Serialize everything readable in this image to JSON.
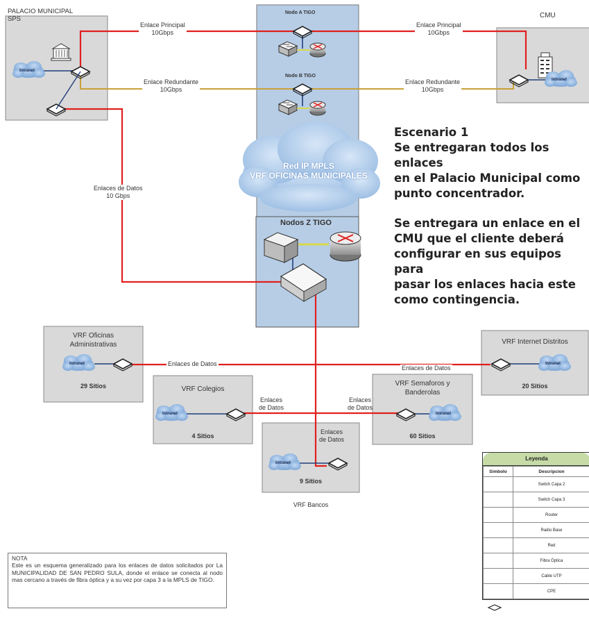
{
  "palacio": {
    "title_line1": "PALACIO MUNICIPAL",
    "title_line2": "SPS"
  },
  "cmu": {
    "title": "CMU"
  },
  "nodes": {
    "node_a": "Nodo A TIGO",
    "node_b": "Nodo B TIGO",
    "node_z": "Nodos Z  TIGO"
  },
  "links": {
    "principal_left": [
      "Enlace Principal",
      "10Gbps"
    ],
    "principal_right": [
      "Enlace Principal",
      "10Gbps"
    ],
    "redundante_left": [
      "Enlace Redundante",
      "10Gbps"
    ],
    "redundante_right": [
      "Enlace Redundante",
      "10Gbps"
    ],
    "datos_main": [
      "Enlaces de Datos",
      "10 Gbps"
    ],
    "datos_admin": "Enlaces de Datos",
    "datos_internet": "Enlaces de Datos",
    "datos_colegios": [
      "Enlaces",
      "de Datos"
    ],
    "datos_semaforos": [
      "Enlaces",
      "de Datos"
    ],
    "datos_bancos": [
      "Enlaces",
      "de Datos"
    ]
  },
  "cloud": {
    "line1": "Red IP MPLS",
    "line2": "VRF OFICINAS MUNICIPALES"
  },
  "icon_label": "Intranet",
  "sites": {
    "admin": {
      "title": [
        "VRF Oficinas",
        "Administrativas"
      ],
      "count": "29 Sitios"
    },
    "internet": {
      "title": [
        "VRF  Internet Distritos"
      ],
      "count": "20 Sitios"
    },
    "colegios": {
      "title": [
        "VRF Colegios"
      ],
      "count": "4 Sitios"
    },
    "semaforos": {
      "title": [
        "VRF Semaforos y",
        "Banderolas"
      ],
      "count": "60 Sitios"
    },
    "bancos": {
      "title": [
        "VRF Bancos"
      ],
      "count": "9 Sitios"
    }
  },
  "scenario": {
    "paragraph1": [
      "Escenario 1",
      "Se entregaran todos los enlaces",
      "en el Palacio Municipal como",
      "punto concentrador."
    ],
    "paragraph2": [
      "Se entregara un enlace en el",
      "CMU que el cliente deberá",
      "configurar en sus equipos para",
      "pasar los enlaces hacia este",
      "como contingencia."
    ]
  },
  "nota": {
    "title": "NOTA",
    "body": "Este es un esquema generalizado para los enlaces de datos solicitados por La MUNICIPALIDAD DE SAN PEDRO SULA, donde el enlace se conecta al nodo mas cercano a través de fibra óptica y a su vez por capa 3 a la MPLS de TIGO."
  },
  "legend": {
    "title": "Leyenda",
    "col_symbol": "Simbolo",
    "col_desc": "Descripcion",
    "rows": [
      {
        "icon": "switch-layer2-icon",
        "desc": "Switch Capa 2"
      },
      {
        "icon": "switch-layer3-icon",
        "desc": "Switch Capa 3"
      },
      {
        "icon": "router-icon",
        "desc": "Router"
      },
      {
        "icon": "radio-base-icon",
        "desc": "Radio Base"
      },
      {
        "icon": "network-cloud-icon",
        "desc": "Red"
      },
      {
        "icon": "fiber-line-icon",
        "desc": "Fibra Óptica"
      },
      {
        "icon": "utp-line-icon",
        "desc": "Cable UTP"
      },
      {
        "icon": "cpe-icon",
        "desc": "CPE"
      }
    ]
  },
  "colors": {
    "fiber": "#e0201e",
    "redundant": "#c9a13a",
    "utp": "#1f3d7a",
    "node_column": "#b7cde6",
    "site_box": "#d9d9d9",
    "cloud": "#a9c6e8",
    "legend_header": "#c6dba6"
  }
}
